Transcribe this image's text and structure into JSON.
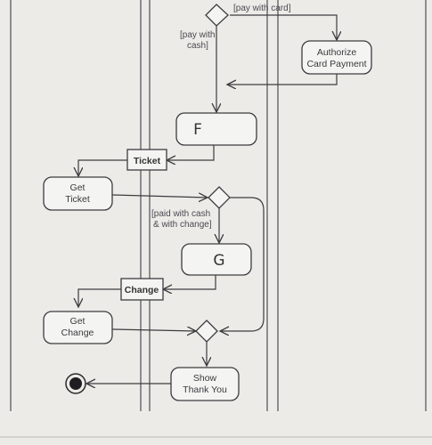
{
  "guards": {
    "pay_with_card": "[pay with card]",
    "pay_with_cash_1": "[pay with",
    "pay_with_cash_2": "cash]",
    "paid_with_change_1": "[paid with cash",
    "paid_with_change_2": "& with change]"
  },
  "actions": {
    "authorize_1": "Authorize",
    "authorize_2": "Card Payment",
    "f": "F",
    "get_ticket_1": "Get",
    "get_ticket_2": "Ticket",
    "g": "G",
    "get_change_1": "Get",
    "get_change_2": "Change",
    "show_thank_1": "Show",
    "show_thank_2": "Thank You"
  },
  "objects": {
    "ticket": "Ticket",
    "change": "Change"
  },
  "colors": {
    "background": "#ecebe7",
    "line": "#3c3c40",
    "shape_fill": "#f4f4f2"
  }
}
